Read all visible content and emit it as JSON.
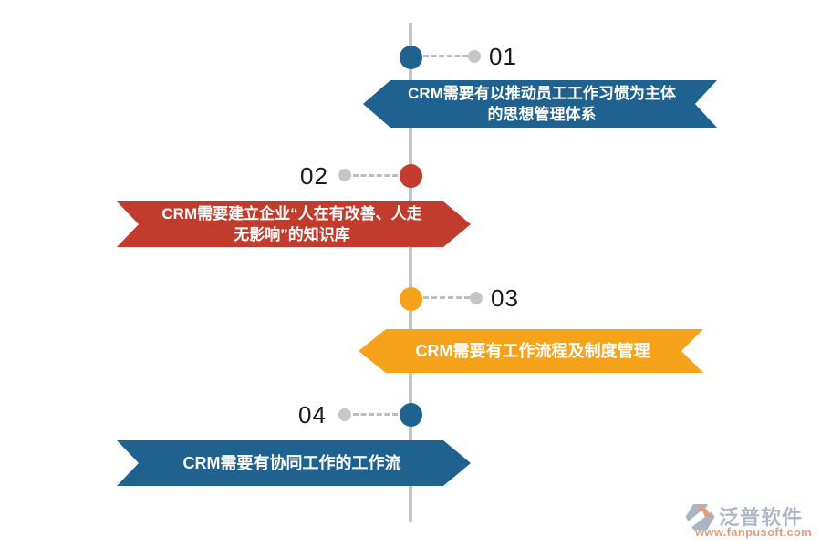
{
  "diagram": {
    "subject": "CRM timeline infographic",
    "items": [
      {
        "number": "01",
        "line1": "CRM需要有以推动员工工作习惯为主体",
        "line2": "的思想管理体系",
        "color": "#20628F",
        "banner_side": "right-of-axis",
        "arrow_direction": "left"
      },
      {
        "number": "02",
        "line1": "CRM需要建立企业“人在有改善、人走",
        "line2": "无影响”的知识库",
        "color": "#C23C2E",
        "banner_side": "left-of-axis",
        "arrow_direction": "right"
      },
      {
        "number": "03",
        "line1": "CRM需要有工作流程及制度管理",
        "line2": "",
        "color": "#F7A21B",
        "banner_side": "right-of-axis",
        "arrow_direction": "left"
      },
      {
        "number": "04",
        "line1": "CRM需要有协同工作的工作流",
        "line2": "",
        "color": "#20628F",
        "banner_side": "left-of-axis",
        "arrow_direction": "right"
      }
    ],
    "colors": {
      "blue": "#20628F",
      "red": "#C23C2E",
      "orange": "#F7A21B",
      "axis_gray": "#C5C5C5",
      "dot_gray": "#C6C6C6",
      "number_text": "#191919"
    },
    "watermark": {
      "brand": "泛普软件",
      "url": "www.fanpusoft.com"
    }
  }
}
